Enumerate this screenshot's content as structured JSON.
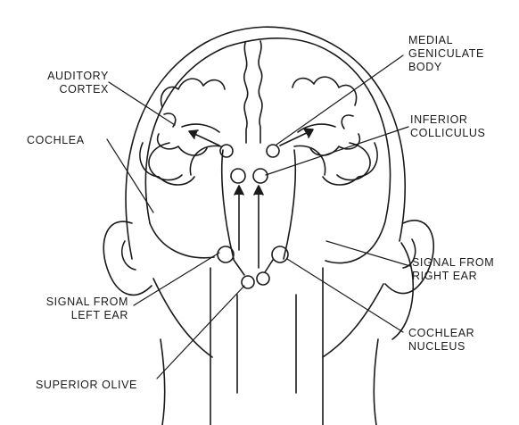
{
  "labels": {
    "auditory_cortex": [
      "AUDITORY",
      "CORTEX"
    ],
    "cochlea": "COCHLEA",
    "signal_left": [
      "SIGNAL FROM",
      "LEFT EAR"
    ],
    "superior_olive": "SUPERIOR OLIVE",
    "medial_geniculate": [
      "MEDIAL",
      "GENICULATE",
      "BODY"
    ],
    "inferior_colliculus": [
      "INFERIOR",
      "COLLICULUS"
    ],
    "signal_right": [
      "SIGNAL FROM",
      "RIGHT EAR"
    ],
    "cochlear_nucleus": [
      "COCHLEAR",
      "NUCLEUS"
    ]
  },
  "colors": {
    "ink": "#1a1a1a",
    "background": "#ffffff"
  }
}
